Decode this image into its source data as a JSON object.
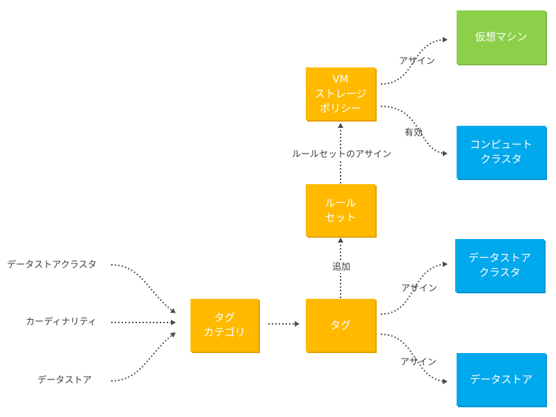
{
  "colors": {
    "process": "#ffba00",
    "vm": "#8cd04a",
    "resource": "#00a8ec",
    "connector": "#4a4a4a"
  },
  "nodes": {
    "vm_storage_policy": "VM\nストレージ\nポリシー",
    "rule_set": "ルール\nセット",
    "tag": "タグ",
    "tag_category": "タグ\nカテゴリ",
    "virtual_machine": "仮想マシン",
    "compute_cluster": "コンピュート\nクラスタ",
    "datastore_cluster": "データストア\nクラスタ",
    "datastore": "データストア"
  },
  "inputs": {
    "datastore_cluster": "データストアクラスタ",
    "cardinality": "カーディナリティ",
    "datastore": "データストア"
  },
  "edge_labels": {
    "assign_vm": "アサイン",
    "enable_cluster": "有効",
    "ruleset_assign": "ルールセットのアサイン",
    "add": "追加",
    "assign_ds_cluster": "アサイン",
    "assign_ds": "アサイン"
  }
}
